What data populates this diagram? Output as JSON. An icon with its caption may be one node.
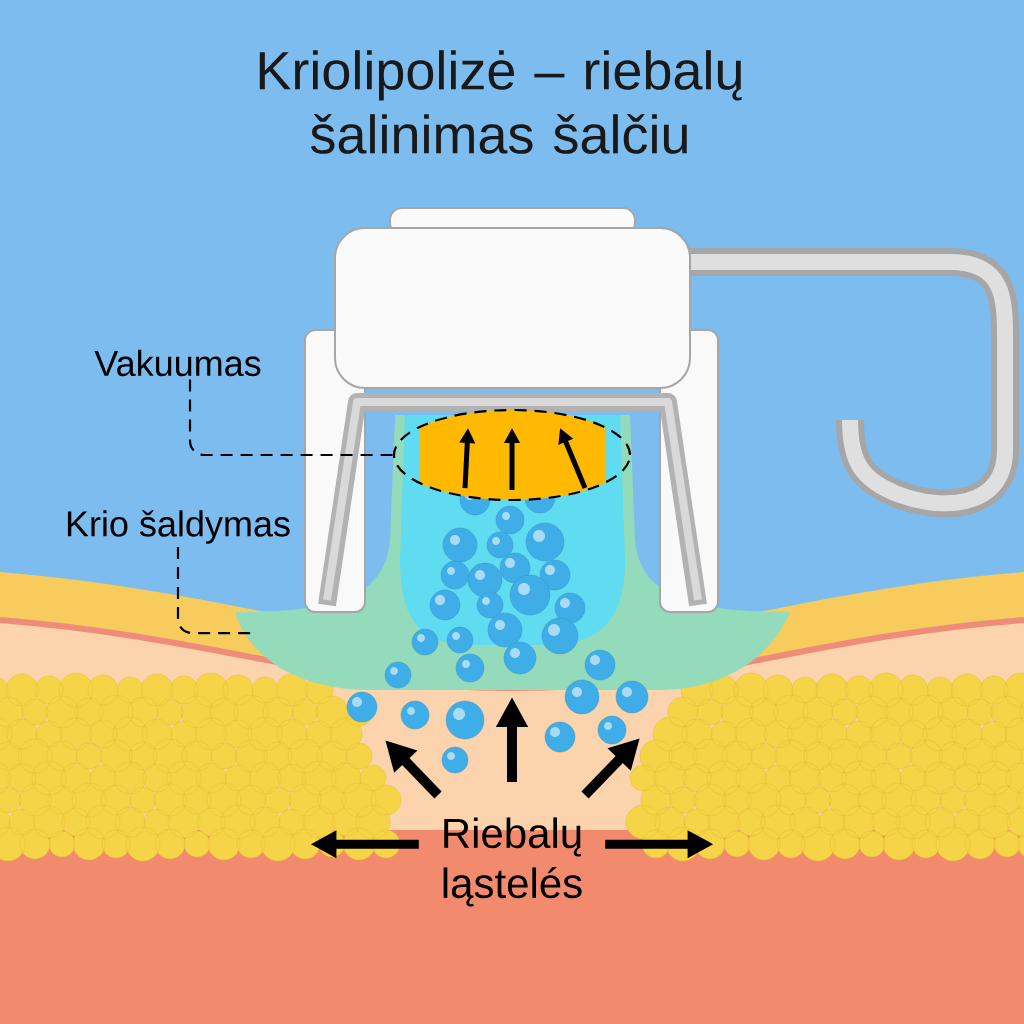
{
  "diagram": {
    "title": "Kriolipolizė – riebalų šalinimas šalčiu",
    "nodes": [
      {
        "text": [
          "Vakuumas"
        ]
      },
      {
        "text": [],
        "shape": "ellipse"
      },
      {
        "text": [
          "Krio šaldymas"
        ]
      },
      {
        "text": [
          "Riebalų ląstelés"
        ]
      },
      {
        "text": [],
        "shape": "picture"
      },
      {
        "text": [],
        "shape": "picture"
      }
    ],
    "edges": [
      {
        "from": 0,
        "to": 1,
        "arrow": "none",
        "style": "dashed"
      },
      {
        "from": 2,
        "to": null,
        "arrow": "none",
        "style": "dashed"
      },
      {
        "from": 3,
        "to": 4,
        "arrow": "to",
        "style": "thick"
      },
      {
        "from": 3,
        "to": 5,
        "arrow": "to",
        "style": "thick"
      }
    ]
  }
}
